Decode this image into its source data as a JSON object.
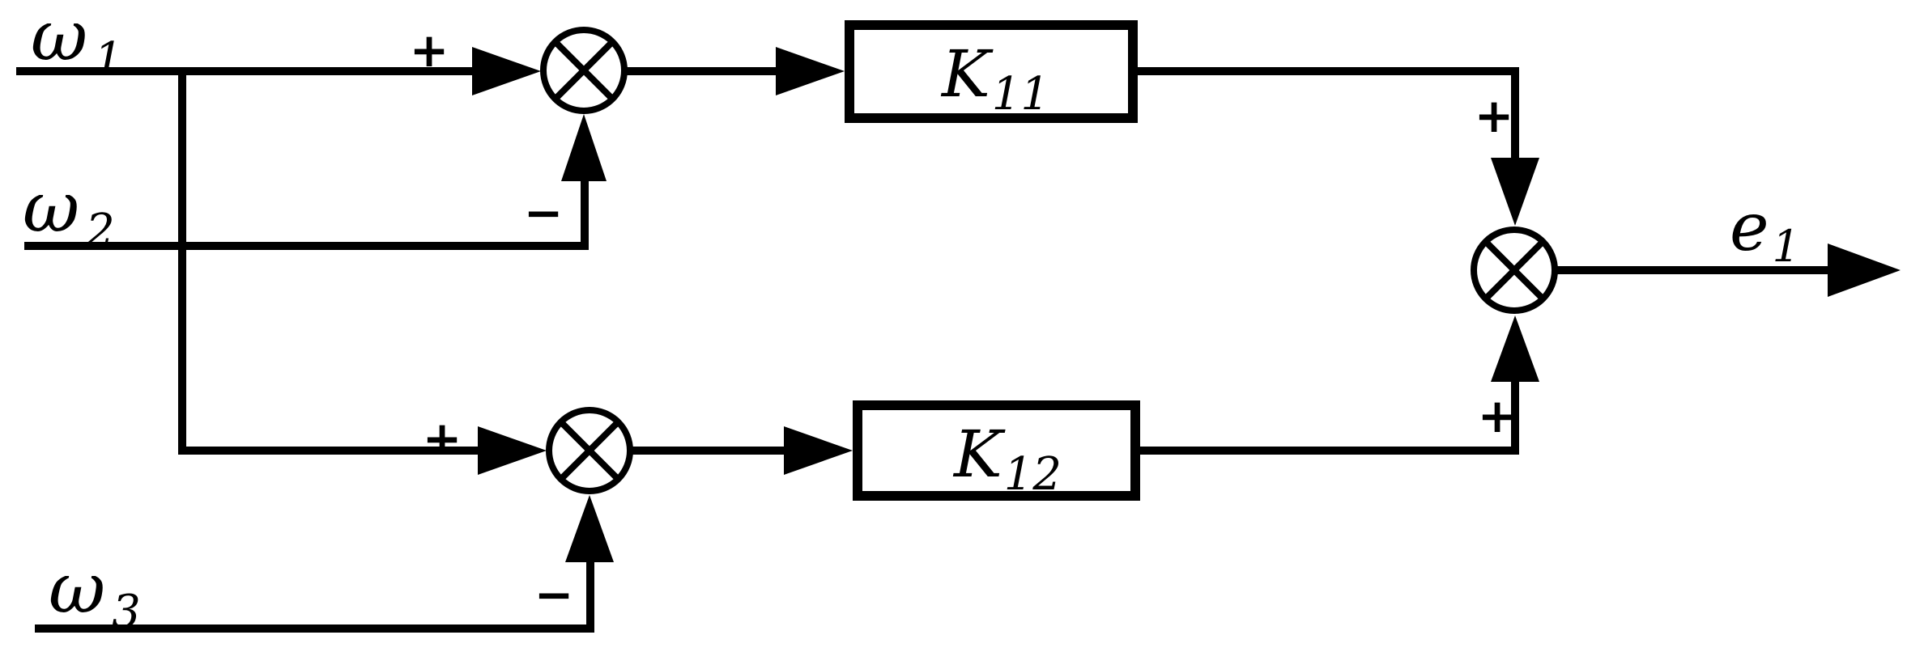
{
  "diagram": {
    "type": "control-block-diagram",
    "colors": {
      "ink": "#000000",
      "background": "#ffffff"
    },
    "inputs": [
      {
        "id": "omega1",
        "symbol": "ω",
        "sub": "1"
      },
      {
        "id": "omega2",
        "symbol": "ω",
        "sub": "2"
      },
      {
        "id": "omega3",
        "symbol": "ω",
        "sub": "3"
      }
    ],
    "blocks": [
      {
        "id": "K11",
        "symbol": "K",
        "sub": "11"
      },
      {
        "id": "K12",
        "symbol": "K",
        "sub": "12"
      }
    ],
    "output": {
      "id": "e1",
      "symbol": "e",
      "sub": "1"
    },
    "signs": {
      "sum1_plus": "+",
      "sum1_minus": "−",
      "sum2_plus": "+",
      "sum2_minus": "−",
      "sum3_plus_top": "+",
      "sum3_plus_bottom": "+"
    },
    "connections": [
      {
        "from": "ω1",
        "to": "sum1",
        "sign": "+"
      },
      {
        "from": "ω2",
        "to": "sum1",
        "sign": "−"
      },
      {
        "from": "sum1",
        "to": "K11"
      },
      {
        "from": "ω1",
        "to": "sum2",
        "sign": "+"
      },
      {
        "from": "ω3",
        "to": "sum2",
        "sign": "−"
      },
      {
        "from": "sum2",
        "to": "K12"
      },
      {
        "from": "K11",
        "to": "sum3",
        "sign": "+"
      },
      {
        "from": "K12",
        "to": "sum3",
        "sign": "+"
      },
      {
        "from": "sum3",
        "to": "e1"
      }
    ]
  }
}
